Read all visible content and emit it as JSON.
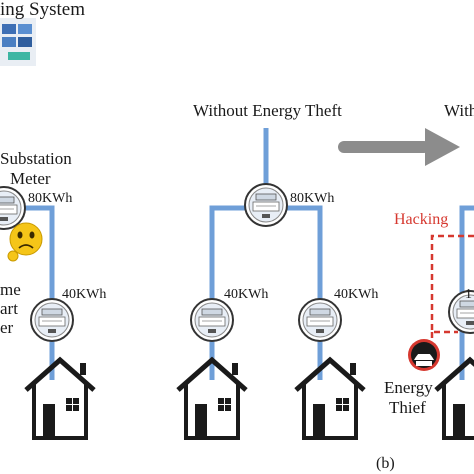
{
  "left_panel": {
    "header_fragment": "ing System",
    "substation_label_line1": "Substation",
    "substation_label_line2": "Meter",
    "substation_reading": "80KWh",
    "home_reading": "40KWh",
    "home_label_line1": "me",
    "home_label_line2": "art",
    "home_label_line3": "er"
  },
  "middle_panel": {
    "title": "Without Energy Theft",
    "substation_reading": "80KWh",
    "home_left_reading": "40KWh",
    "home_right_reading": "40KWh"
  },
  "right_panel": {
    "title_fragment": "With",
    "hacking_label": "Hacking",
    "thief_label_line1": "Energy",
    "thief_label_line2": "Thief",
    "meter_reading_fragment": "1"
  },
  "panel_label": "(b)",
  "colors": {
    "wire": "#6f9fd8",
    "arrow": "#8c8c8c",
    "hacking": "#d6382f",
    "house": "#1a1a1a",
    "emoji": "#f5c518"
  },
  "icons": [
    "smart-meter-icon",
    "house-icon",
    "arrow-right-icon",
    "worried-face-icon",
    "hacker-icon",
    "monitoring-system-icon"
  ]
}
